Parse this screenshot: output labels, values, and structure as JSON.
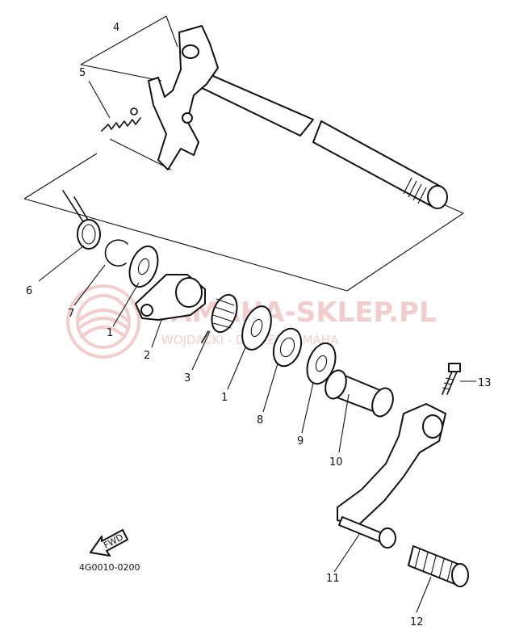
{
  "diagram": {
    "part_code": "4G0010-0200",
    "fwd_label": "FWD",
    "callouts": [
      "4",
      "5",
      "6",
      "7",
      "1",
      "2",
      "3",
      "1",
      "8",
      "9",
      "10",
      "13",
      "11",
      "12"
    ]
  },
  "watermark": {
    "main_text": "YAMAHA-SKLEP.PL",
    "sub_text": "WOJDACKI - DEALER YAMAHA",
    "color": "#e8a6a6"
  }
}
